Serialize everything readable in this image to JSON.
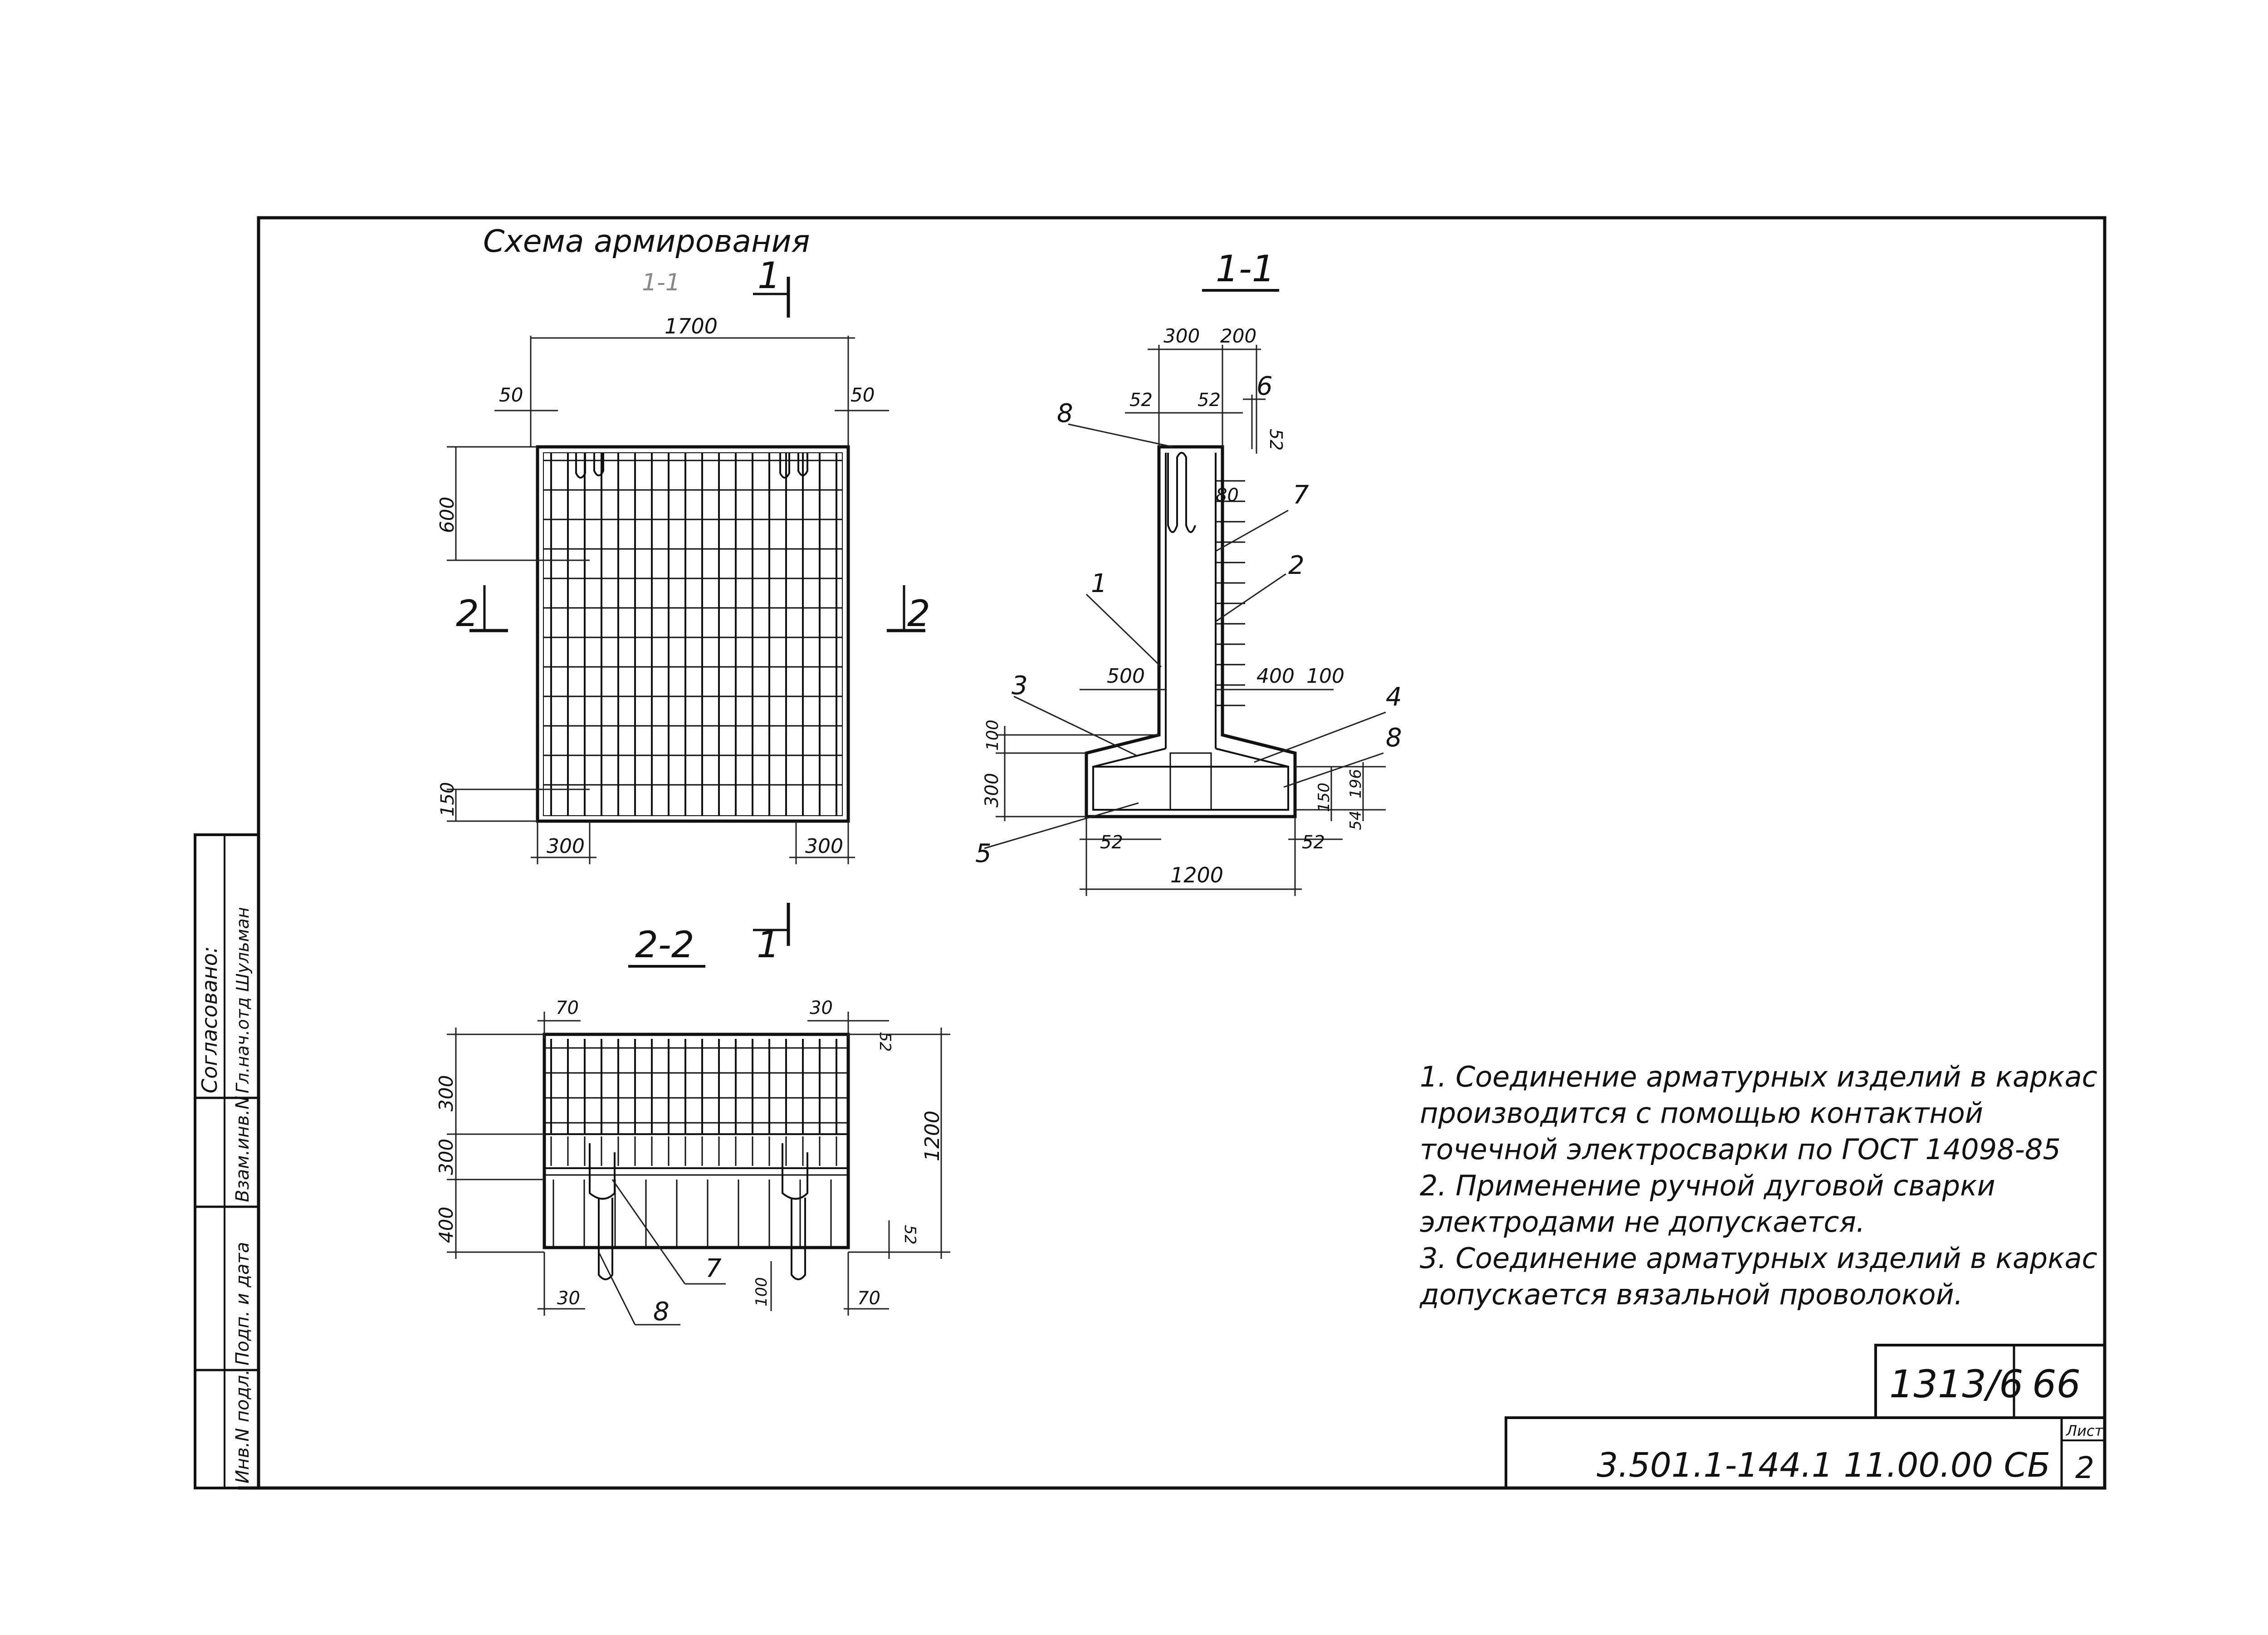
{
  "drawing": {
    "main_title": "Схема армирования",
    "main_title_ref": "1-1",
    "section_1_1_title": "1-1",
    "section_2_2_title": "2-2",
    "cut_marks": {
      "top": "1",
      "left": "2",
      "right": "2",
      "bottom": "1"
    }
  },
  "elevation": {
    "dims": {
      "width": "1700",
      "left_offset": "50",
      "right_offset": "50",
      "top_zone": "600",
      "bottom_zone": "150",
      "left_bottom": "300",
      "right_bottom": "300"
    }
  },
  "section_1_1": {
    "dims": {
      "d300": "300",
      "d200": "200",
      "d52a": "52",
      "d52b": "52",
      "d52c": "52",
      "d80": "80",
      "d500": "500",
      "d400": "400",
      "d100": "100",
      "d100b": "100",
      "d300b": "300",
      "d150": "150",
      "d196": "196",
      "d54": "54",
      "d52d": "52",
      "d52e": "52",
      "d1200": "1200"
    },
    "callouts": {
      "c1": "1",
      "c2": "2",
      "c3": "3",
      "c4": "4",
      "c5": "5",
      "c6": "6",
      "c7": "7",
      "c8a": "8",
      "c8b": "8"
    }
  },
  "section_2_2": {
    "dims": {
      "d70a": "70",
      "d30a": "30",
      "d52a": "52",
      "d300a": "300",
      "d300b": "300",
      "d400": "400",
      "d1200": "1200",
      "d52b": "52",
      "d30b": "30",
      "d100": "100",
      "d70b": "70"
    },
    "callouts": {
      "c7": "7",
      "c8": "8"
    }
  },
  "notes": [
    "1. Соединение арматурных изделий в каркас",
    "производится с помощью контактной",
    "точечной электросварки по ГОСТ 14098-85",
    "2. Применение ручной дуговой сварки",
    "электродами  не допускается.",
    "3. Соединение арматурных изделий в каркас",
    "допускается вязальной проволокой."
  ],
  "stamp": {
    "series": "1313/6",
    "page_code": "66",
    "designation": "3.501.1-144.1   11.00.00 СБ",
    "sheet_label": "Лист",
    "sheet_number": "2"
  },
  "side_stamp": {
    "agreed": "Согласовано:",
    "agreed_by": "Гл.нач.отд Шульман",
    "inv_no_vz": "Взам.инв.N",
    "signature_date": "Подп. и дата",
    "inv_no_orig": "Инв.N подл."
  }
}
